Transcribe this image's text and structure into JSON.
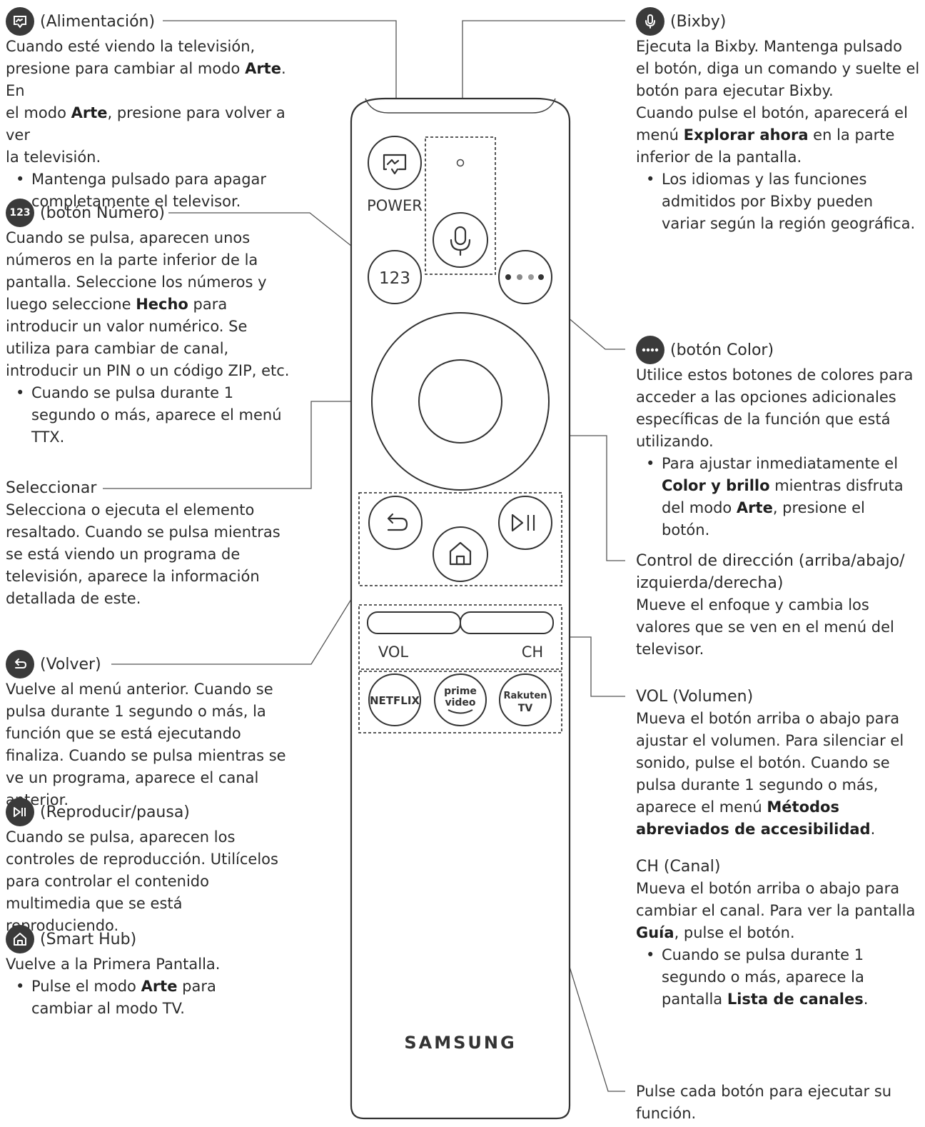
{
  "left": {
    "power": {
      "title": "(Alimentación)",
      "line1": "Cuando esté viendo la televisión,",
      "line2a": "presione para cambiar al modo ",
      "line2b": "Arte",
      "line2c": ". En",
      "line3a": "el modo ",
      "line3b": "Arte",
      "line3c": ", presione para volver a ver",
      "line4": "la televisión.",
      "bullet": "Mantenga pulsado para apagar completamente el televisor."
    },
    "number": {
      "title": "(botón Número)",
      "badge": "123",
      "body_a": "Cuando se pulsa, aparecen unos números en la parte inferior de la pantalla. Seleccione los números y luego seleccione ",
      "body_b": "Hecho",
      "body_c": " para introducir un valor numérico. Se utiliza para cambiar de canal, introducir un PIN o un código ZIP, etc.",
      "bullet": "Cuando se pulsa durante 1 segundo o más, aparece el menú TTX."
    },
    "select": {
      "title": "Seleccionar",
      "body": "Selecciona o ejecuta el elemento resaltado. Cuando se pulsa mientras se está viendo un programa de televisión, aparece la información detallada de este."
    },
    "back": {
      "title": "(Volver)",
      "body": "Vuelve al menú anterior. Cuando se pulsa durante 1 segundo o más, la función que se está ejecutando finaliza. Cuando se pulsa mientras se ve un programa, aparece el canal anterior."
    },
    "play": {
      "title": "(Reproducir/pausa)",
      "body": "Cuando se pulsa, aparecen los controles de reproducción. Utilícelos para controlar el contenido multimedia que se está reproduciendo."
    },
    "hub": {
      "title": "(Smart Hub)",
      "body": "Vuelve a la Primera Pantalla.",
      "bullet_a": "Pulse el modo ",
      "bullet_b": "Arte",
      "bullet_c": " para cambiar al modo TV."
    }
  },
  "right": {
    "bixby": {
      "title": "(Bixby)",
      "body1": "Ejecuta la Bixby. Mantenga pulsado el botón, diga un comando y suelte el botón para ejecutar Bixby.",
      "body2a": "Cuando pulse el botón, aparecerá el menú ",
      "body2b": "Explorar ahora",
      "body2c": " en la parte inferior de la pantalla.",
      "bullet": "Los idiomas y las funciones admitidos por Bixby pueden variar según la región geográfica."
    },
    "color": {
      "title": "(botón Color)",
      "body": "Utilice estos botones de colores para acceder a las opciones adicionales específicas de la función que está utilizando.",
      "bullet_a": "Para ajustar inmediatamente el ",
      "bullet_b": "Color y brillo",
      "bullet_c": " mientras disfruta del modo ",
      "bullet_d": "Arte",
      "bullet_e": ", presione el botón."
    },
    "direction": {
      "title": "Control de dirección (arriba/abajo/ izquierda/derecha)",
      "body": "Mueve el enfoque y cambia los valores que se ven en el menú del televisor."
    },
    "volume": {
      "title": "VOL (Volumen)",
      "body_a": "Mueva el botón arriba o abajo para ajustar el volumen. Para silenciar el sonido, pulse el botón. Cuando se pulsa durante 1 segundo o más, aparece el menú ",
      "body_b": "Métodos abreviados de accesibilidad",
      "body_c": "."
    },
    "channel": {
      "title": "CH (Canal)",
      "body_a": "Mueva el botón arriba o abajo para cambiar el canal. Para ver la pantalla ",
      "body_b": "Guía",
      "body_c": ", pulse el botón.",
      "bullet_a": "Cuando se pulsa durante 1 segundo o más, aparece la pantalla ",
      "bullet_b": "Lista de canales",
      "bullet_c": "."
    },
    "apps": {
      "body": "Pulse cada botón para ejecutar su función."
    }
  },
  "remote": {
    "power_label": "POWER",
    "number_label": "123",
    "vol_label": "VOL",
    "ch_label": "CH",
    "netflix": "NETFLIX",
    "prime_1": "prime",
    "prime_2": "video",
    "rakuten_1": "Rakuten",
    "rakuten_2": "TV",
    "brand": "SAMSUNG"
  },
  "icons": {
    "power": "art-mode-icon",
    "number": "number-badge-icon",
    "back": "back-arrow-icon",
    "play": "play-pause-icon",
    "hub": "home-icon",
    "bixby": "microphone-icon",
    "color": "color-dots-icon"
  }
}
